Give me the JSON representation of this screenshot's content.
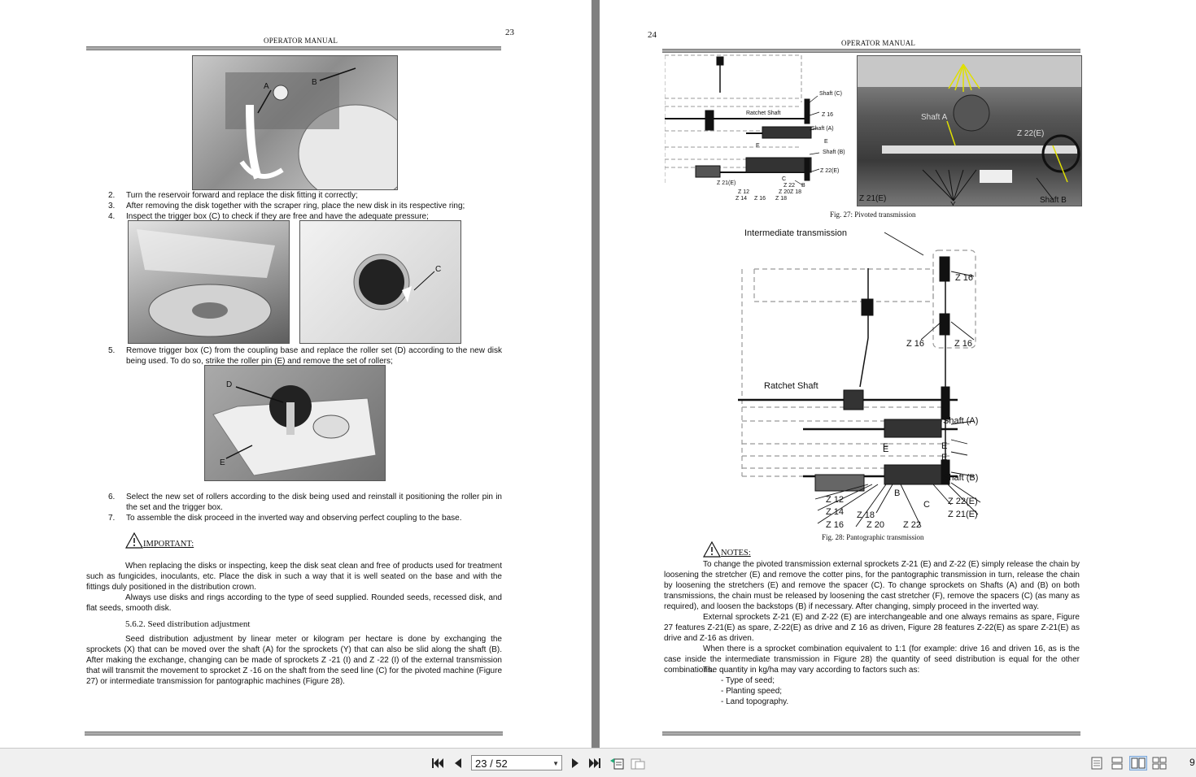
{
  "left_page": {
    "page_number": "23",
    "header": "OPERATOR MANUAL",
    "photo1_labels": {
      "a": "A",
      "b": "B"
    },
    "steps_a": [
      {
        "n": "2.",
        "text": "Turn the reservoir forward and replace the disk fitting it correctly;"
      },
      {
        "n": "3.",
        "text": "After removing the disk together with the scraper ring, place the new disk in its respective ring;"
      },
      {
        "n": "4.",
        "text": "Inspect the trigger box (C) to check if they are free and have the adequate pressure;"
      }
    ],
    "photo3_label": "C",
    "step5": {
      "n": "5.",
      "text": "Remove trigger box (C) from the coupling base and replace the roller set (D) according to the new disk being used. To do so, strike the roller pin (E) and remove the set of rollers;"
    },
    "photo4_labels": {
      "d": "D",
      "e": "E"
    },
    "step6": {
      "n": "6.",
      "text": "Select the new set of rollers according to the disk being used and reinstall it positioning the roller pin in the set and the trigger box."
    },
    "step7": {
      "n": "7.",
      "text": "To assemble the disk proceed in the inverted way and observing perfect coupling to the base."
    },
    "important_label": "IMPORTANT:",
    "para1": "When replacing the disks or inspecting, keep the disk seat clean and free of products used for treatment such as fungicides, inoculants, etc. Place the disk in such a way that it is well seated on the base and with the fittings duly positioned in the distribution crown.",
    "para2": "Always use disks and rings according to the type of seed supplied. Rounded seeds, recessed disk, and flat seeds, smooth disk.",
    "section_title": "5.6.2. Seed distribution adjustment",
    "para3": "Seed distribution adjustment by linear meter or kilogram per hectare is done by exchanging the sprockets (X) that can be moved over the shaft (A) for the sprockets (Y) that can also be slid along the shaft (B). After making the exchange, changing can be made of sprockets Z -21 (I) and Z -22 (I) of the external transmission that will transmit the movement to sprocket Z -16 on the shaft from the seed line (C) for the pivoted machine (Figure 27) or intermediate transmission for pantographic machines (Figure 28)."
  },
  "right_page": {
    "page_number": "24",
    "header": "OPERATOR MANUAL",
    "fig27_labels": {
      "shaft_c": "Shaft (C)",
      "ratchet": "Ratchet Shaft",
      "z16": "Z 16",
      "shaft_a": "Shaft (A)",
      "e1": "E",
      "e2": "E",
      "shaft_b": "Shaft (B)",
      "z22e": "Z 22(E)",
      "z21e": "Z 21(E)",
      "c": "C",
      "z22": "Z 22",
      "b": "B",
      "z20": "Z 20",
      "z12": "Z 12",
      "z14": "Z 14",
      "z16b": "Z 16",
      "z18": "Z 18",
      "z18b": "Z 18"
    },
    "fig27_photo_labels": {
      "shaft_a": "Shaft A",
      "z22e": "Z 22(E)",
      "z21e": "Z 21(E)",
      "y": "Y",
      "shaft_b": "Shaft B"
    },
    "fig27_caption": "Fig. 27: Pivoted transmission",
    "fig28_labels": {
      "title": "Intermediate transmission",
      "z16a": "Z 16",
      "z16b": "Z 16",
      "z16c": "Z 16",
      "ratchet": "Ratchet Shaft",
      "shaft_a": "Shaft (A)",
      "e1": "E",
      "e2": "E",
      "e3": "E",
      "f": "F",
      "shaft_b": "Shaft (B)",
      "b": "B",
      "z12": "Z 12",
      "c": "C",
      "z22e": "Z 22(E)",
      "z14": "Z 14",
      "z18": "Z 18",
      "z21e": "Z 21(E)",
      "z16d": "Z 16",
      "z20": "Z 20",
      "z22": "Z 22"
    },
    "fig28_caption": "Fig. 28: Pantographic transmission",
    "notes_label": "NOTES:",
    "para1": "To change the pivoted transmission external sprockets Z-21 (E) and Z-22 (E) simply release the chain by loosening the stretcher (E) and remove the cotter pins, for the pantographic transmission in turn, release the chain by loosening the stretchers (E) and remove the spacer (C). To change sprockets on Shafts (A) and (B) on both transmissions, the chain must be released by loosening the cast stretcher (F), remove the spacers (C) (as many as required), and loosen the backstops (B) if necessary. After changing, simply proceed in the inverted way.",
    "para2": "External sprockets Z-21 (E) and Z-22 (E) are interchangeable and one always remains as spare, Figure 27 features Z-21(E) as spare, Z-22(E) as drive and Z 16 as driven, Figure 28 features Z-22(E) as spare Z-21(E) as drive and Z-16 as driven.",
    "para3": "When there is a sprocket combination equivalent to 1:1 (for example: drive 16 and driven 16, as is the case inside the intermediate transmission in Figure 28) the quantity of seed distribution is equal for the other combinations.",
    "para4": "The quantity in kg/ha may vary according to factors such as:",
    "factors": [
      "- Type of seed;",
      "- Planting speed;",
      "- Land topography."
    ]
  },
  "toolbar": {
    "page_indicator": "23 / 52",
    "zoom": "9"
  }
}
